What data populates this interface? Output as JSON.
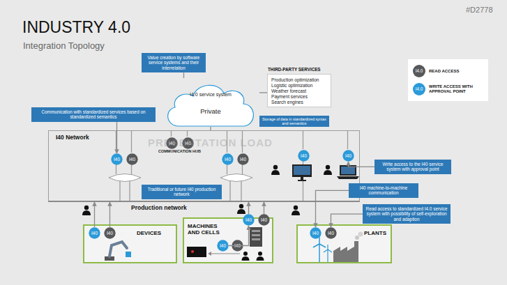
{
  "diagram": {
    "title": "INDUSTRY 4.0",
    "caption": "Integration Topology",
    "nodes": [
      {
        "text": [
          "Value creation by software service systems and their interrelation"
        ]
      },
      {
        "text": [
          "I4.0 service system",
          "Private"
        ]
      },
      {
        "text": [
          "THIRD-PARTY SERVICES",
          "Production optimization",
          "Logistic optimization",
          "Weather forecast",
          "Payment services",
          "Search engines"
        ]
      },
      {
        "text": [
          "Communication with standardized services based on standardized semantics"
        ]
      },
      {
        "text": [
          "Storage of data in standardized syntax and semantics"
        ]
      },
      {
        "text": [
          "I40 Network"
        ]
      },
      {
        "text": [
          "I40"
        ],
        "in": 5
      },
      {
        "text": [
          "I40"
        ],
        "in": 5
      },
      {
        "text": [
          "I40"
        ],
        "in": 5
      },
      {
        "text": [
          "I40"
        ],
        "in": 5
      },
      {
        "text": [
          "I40"
        ],
        "in": 5
      },
      {
        "text": [
          "I40"
        ],
        "in": 5
      },
      {
        "text": [
          "I40"
        ],
        "in": 5
      },
      {
        "text": [
          "I40"
        ],
        "in": 5
      },
      {
        "text": [
          "Write access to the I40 service system with approval point"
        ]
      },
      {
        "text": [
          "Traditional or future I40 production network"
        ]
      },
      {
        "text": [
          "I40 machine-to-machine communication"
        ]
      },
      {
        "text": [
          "Read access to standardized I4.0 service system with possibility of self-exploration and adaption"
        ]
      },
      {
        "text": [
          "DEVICES"
        ]
      },
      {
        "text": [
          "I40"
        ],
        "in": 18
      },
      {
        "text": [
          "I40"
        ],
        "in": 18
      },
      {
        "text": [
          "MACHINES AND CELLS"
        ]
      },
      {
        "text": [
          "I40"
        ],
        "in": 21
      },
      {
        "text": [
          "I40"
        ],
        "in": 21
      },
      {
        "text": [
          "I40"
        ],
        "in": 21
      },
      {
        "text": [
          "I40"
        ],
        "in": 21
      },
      {
        "text": [
          "PLANTS"
        ]
      },
      {
        "text": [
          "I40"
        ],
        "in": 26
      },
      {
        "text": [
          "I40"
        ],
        "in": 26
      }
    ],
    "edges": [
      {
        "from": 0,
        "to": 1,
        "arrow": "none"
      },
      {
        "from": 2,
        "to": 1,
        "arrow": "none"
      },
      {
        "from": 1,
        "to": 5,
        "arrow": "none"
      },
      {
        "from": 3,
        "to": 8,
        "arrow": "to"
      },
      {
        "from": 14,
        "to": 13,
        "arrow": "to"
      },
      {
        "from": 16,
        "to": 27,
        "arrow": "to"
      },
      {
        "from": 17,
        "to": 28,
        "arrow": "to"
      },
      {
        "from": 19,
        "to": 5,
        "arrow": "to"
      },
      {
        "from": 20,
        "to": 5,
        "arrow": "to"
      },
      {
        "from": 22,
        "to": 5,
        "arrow": "to"
      },
      {
        "from": 23,
        "to": 5,
        "arrow": "to"
      },
      {
        "from": 24,
        "to": 22,
        "arrow": "to"
      }
    ],
    "labels": [
      "#D2778",
      "COMMUNICATION HUB",
      "Production network",
      "PRESENTATION LOAD",
      "I4.0",
      "I4.0"
    ],
    "legend": [
      {
        "text": "READ ACCESS",
        "color": "#56585a"
      },
      {
        "text": "WRITE ACCESS WITH APPROVAL POINT",
        "color": "#2b9ad9"
      }
    ]
  }
}
